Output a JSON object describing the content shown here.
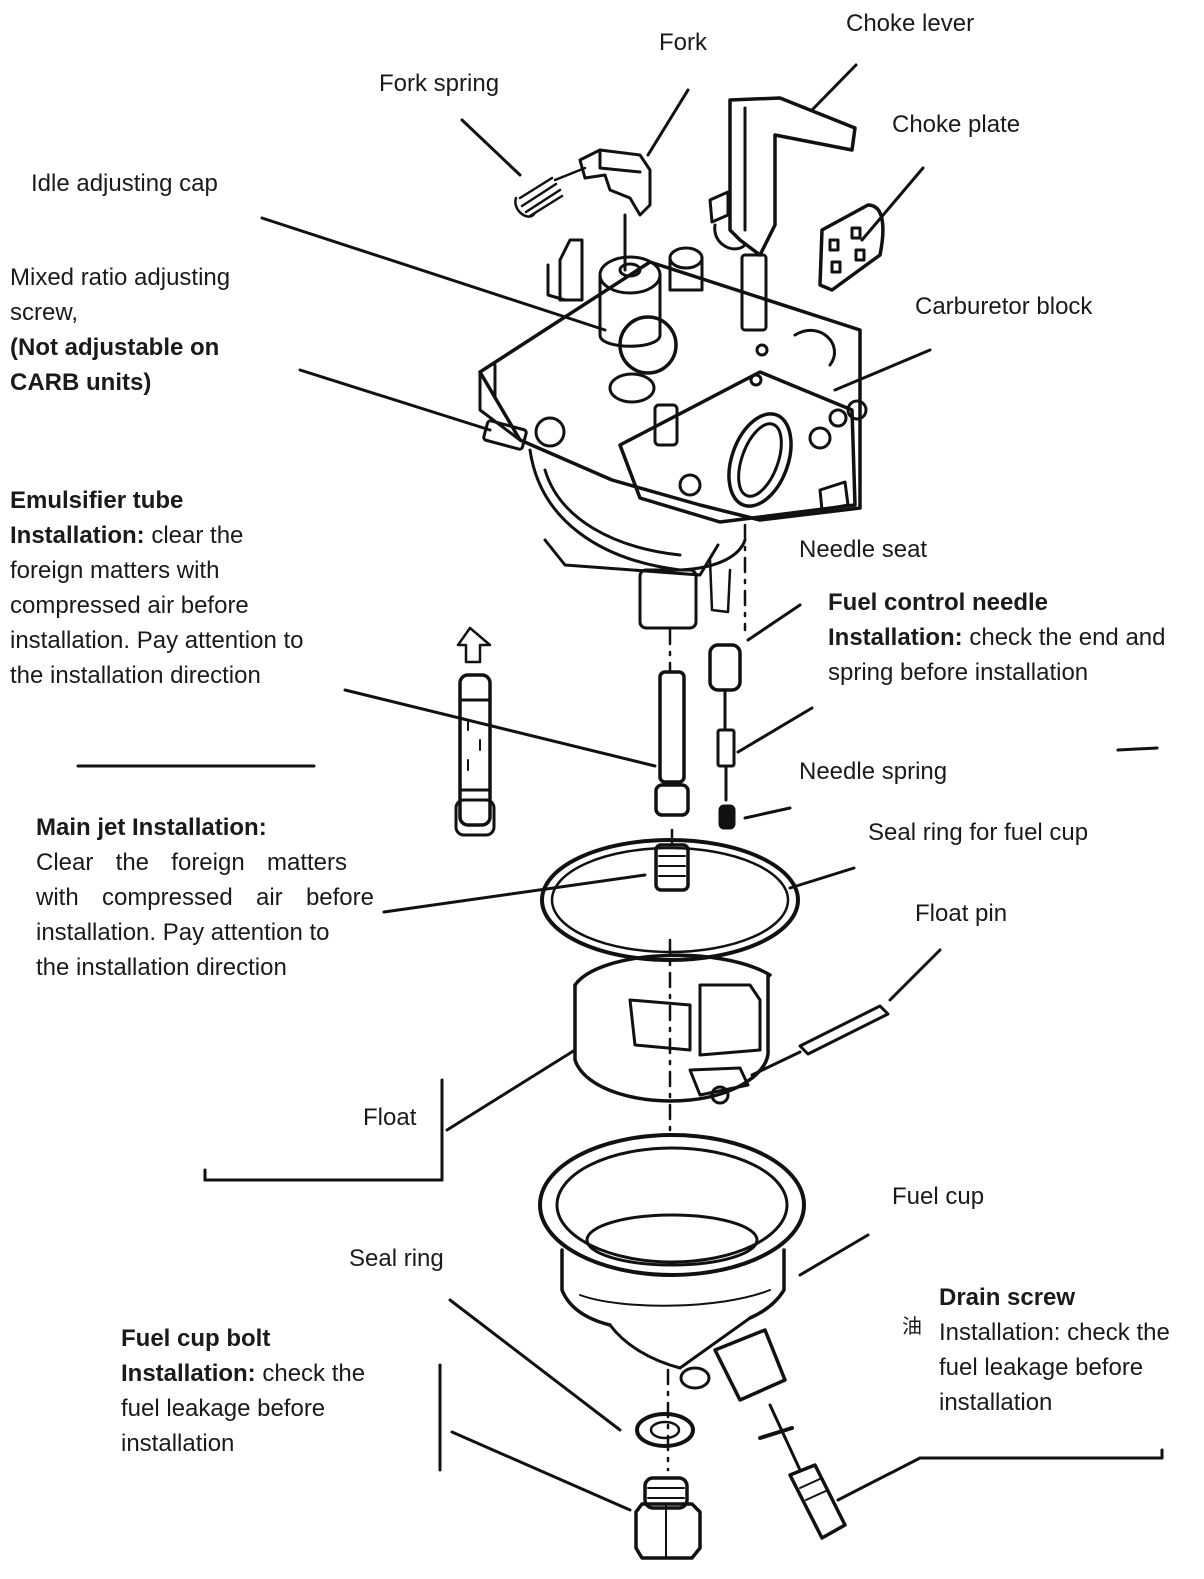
{
  "labels": {
    "fork": "Fork",
    "choke_lever": "Choke lever",
    "fork_spring": "Fork spring",
    "choke_plate": "Choke plate",
    "idle_adjusting_cap": "Idle adjusting cap",
    "mixed_ratio": {
      "line1": "Mixed ratio adjusting",
      "line2": "screw,",
      "note_line1": "(Not adjustable on",
      "note_line2": "CARB units)"
    },
    "carburetor_block": "Carburetor block",
    "emulsifier_tube": {
      "title": "Emulsifier tube",
      "install_label": "Installation:",
      "line1": " clear the",
      "line2": "foreign matters with",
      "line3": "compressed air before",
      "line4": "installation. Pay attention to",
      "line5": "the installation direction"
    },
    "needle_seat": "Needle seat",
    "fuel_control_needle": {
      "title": "Fuel control needle",
      "install_label": "Installation:",
      "line1": " check the end and",
      "line2": "spring before installation"
    },
    "needle_spring": "Needle spring",
    "main_jet": {
      "title": "Main jet Installation:",
      "line1": "Clear the foreign matters",
      "line2": "with compressed air before",
      "line3": "installation. Pay attention to",
      "line4": "the installation direction"
    },
    "seal_ring_fuel_cup": "Seal ring for fuel cup",
    "float_pin": "Float pin",
    "float": "Float",
    "fuel_cup": "Fuel cup",
    "seal_ring": "Seal ring",
    "drain_screw": {
      "glyph": "油",
      "title": "Drain screw",
      "line1": "Installation: check the",
      "line2": "fuel leakage before",
      "line3": "installation"
    },
    "fuel_cup_bolt": {
      "title": "Fuel cup bolt",
      "install_label": "Installation:",
      "line1": " check the",
      "line2": "fuel leakage before",
      "line3": "installation"
    }
  }
}
